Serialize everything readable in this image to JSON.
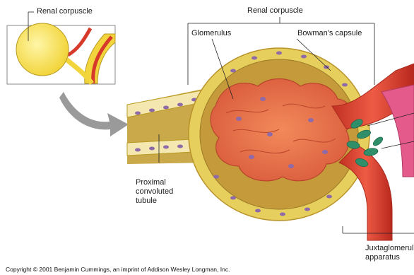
{
  "labels": {
    "inset_renal_corpuscle": "Renal corpuscle",
    "renal_corpuscle": "Renal corpuscle",
    "glomerulus": "Glomerulus",
    "bowmans_capsule": "Bowman's capsule",
    "proximal_tubule": "Proximal convoluted tubule",
    "juxtaglomerular": "Juxtaglomerular apparatus"
  },
  "copyright": "Copyright © 2001 Benjamin Cummings, an imprint of Addison Wesley Longman, Inc.",
  "colors": {
    "capsule_outer": "#e7cf5e",
    "capsule_inner": "#c49a3a",
    "space": "#c9a94a",
    "glomerulus": "#e6714a",
    "glomerulus_dark": "#b9442b",
    "nucleus": "#8e6aa8",
    "vessel": "#d63a2a",
    "juxtaglomerular_cells": "#2f8f6a",
    "arrow": "#9a9a9a"
  }
}
